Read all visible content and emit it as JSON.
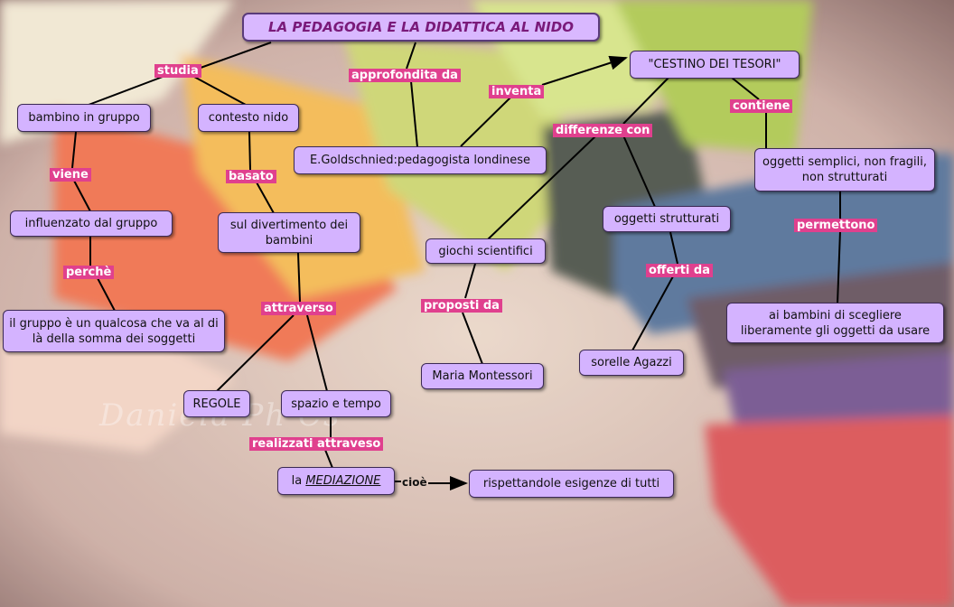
{
  "title": "LA PEDAGOGIA E LA DIDATTICA AL NIDO",
  "watermark": "Daniela Ph Cs",
  "nodes": {
    "bambino": "bambino in gruppo",
    "contesto": "contesto nido",
    "goldschmied": "E.Goldschnied:pedagogista londinese",
    "cestino": "\"CESTINO DEI TESORI\"",
    "oggetti_semplici": "oggetti semplici, non fragili, non strutturati",
    "influenzato": "influenzato dal gruppo",
    "divertimento": "sul divertimento dei bambini",
    "giochi": "giochi scientifici",
    "strutturati": "oggetti strutturati",
    "scegliere": "ai bambini di scegliere liberamente gli oggetti da usare",
    "gruppo_somma": "il gruppo è un qualcosa che va al di là della somma dei soggetti",
    "montessori": "Maria Montessori",
    "agazzi": "sorelle Agazzi",
    "regole": "REGOLE",
    "spazio": "spazio e tempo",
    "mediazione_prefix": "la",
    "mediazione": "MEDIAZIONE",
    "rispettando": "rispettandole esigenze di tutti"
  },
  "labels": {
    "studia": "studia",
    "approfondita": "approfondita da",
    "inventa": "inventa",
    "contiene": "contiene",
    "differenze": "differenze con",
    "viene": "viene",
    "basato": "basato",
    "permettono": "permettono",
    "perche": "perchè",
    "offerti": "offerti da",
    "proposti": "proposti da",
    "attraverso": "attraverso",
    "realizzati": "realizzati attraveso",
    "cioe": "cioè"
  },
  "colors": {
    "node_fill": "#d4b3ff",
    "label_fill": "#e0408e",
    "title_text": "#7a1a7a"
  }
}
